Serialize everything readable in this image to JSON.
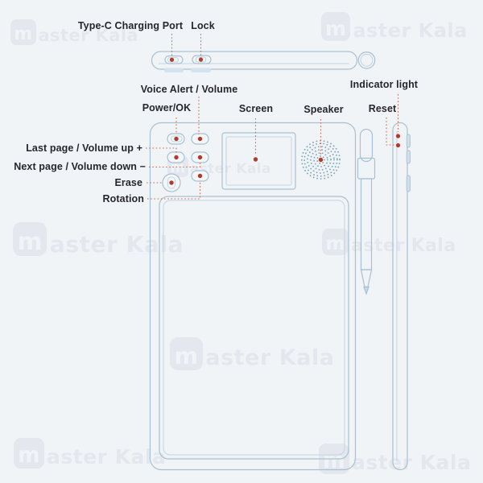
{
  "watermark": {
    "brand": "Master Kala",
    "logo_glyph": "m",
    "text": "aster Kala"
  },
  "labels": {
    "type_c_port": "Type-C Charging Port",
    "lock": "Lock",
    "voice_alert_volume": "Voice Alert / Volume",
    "power_ok": "Power/OK",
    "screen": "Screen",
    "speaker": "Speaker",
    "indicator_light": "Indicator light",
    "reset": "Reset",
    "last_page_volume_up": "Last page / Volume up +",
    "next_page_volume_down": "Next page / Volume down −",
    "erase": "Erase",
    "rotation": "Rotation"
  },
  "colors": {
    "background": "#f1f4f7",
    "device_outline": "#a9c0d2",
    "device_outline_light": "#c2d4e0",
    "label_text": "#26262e",
    "marker_red": "#b23a2a",
    "leader_line": "#d0674f",
    "watermark": "#e4e8ee",
    "speaker_dots": "#7ea7ba"
  }
}
